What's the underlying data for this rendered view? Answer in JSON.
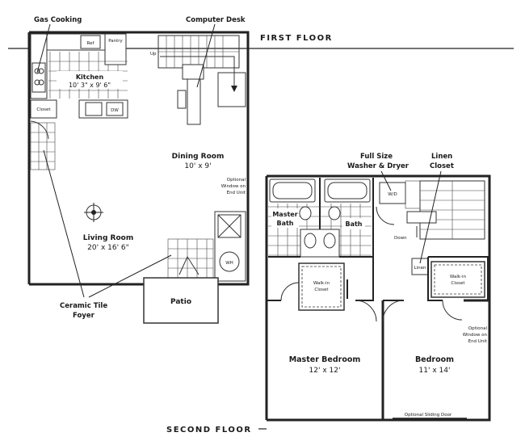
{
  "labels": {
    "first_floor": "FIRST FLOOR",
    "second_floor": "SECOND FLOOR",
    "gas_cooking": "Gas Cooking",
    "computer_desk": "Computer Desk",
    "full_size_1": "Full Size",
    "full_size_2": "Washer & Dryer",
    "linen_1": "Linen",
    "linen_2": "Closet",
    "ceramic_1": "Ceramic Tile",
    "ceramic_2": "Foyer",
    "up": "Up",
    "down": "Down"
  },
  "rooms": {
    "kitchen": {
      "name": "Kitchen",
      "dims": "10' 3\" x 9' 6\""
    },
    "dining": {
      "name": "Dining Room",
      "dims": "10' x 9'"
    },
    "living": {
      "name": "Living Room",
      "dims": "20' x 16' 6\""
    },
    "patio": {
      "name": "Patio"
    },
    "master_bath_1": "Master",
    "master_bath_2": "Bath",
    "bath": "Bath",
    "master_bedroom": {
      "name": "Master Bedroom",
      "dims": "12' x 12'"
    },
    "bedroom": {
      "name": "Bedroom",
      "dims": "11' x 14'"
    }
  },
  "fixtures": {
    "ref": "Ref",
    "pantry": "Pantry",
    "closet": "Closet",
    "dw": "DW",
    "wh": "WH",
    "wd": "W/D",
    "linen": "Linen",
    "walkin_1": "Walk-in",
    "walkin_2": "Closet"
  },
  "notes": {
    "optional_window_1": [
      "Optional",
      "Window on",
      "End Unit"
    ],
    "optional_window_2": [
      "Optional",
      "Window on",
      "End Unit"
    ],
    "optional_sliding_door": "Optional Sliding Door"
  }
}
